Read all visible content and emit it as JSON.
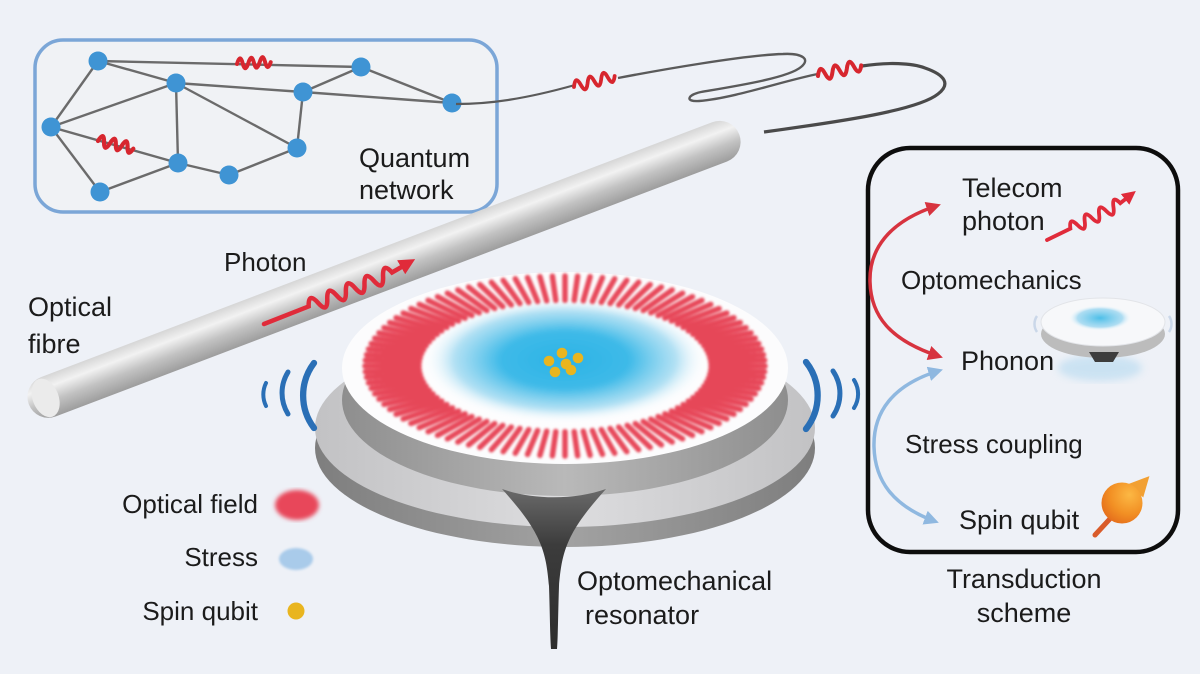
{
  "scene": {
    "background_color": "#eef1f7"
  },
  "network": {
    "label_line1": "Quantum",
    "label_line2": "network",
    "node_color": "#3f94d4",
    "border_color": "#7ba6d7",
    "photon_color": "#d7262e"
  },
  "fiber": {
    "label_line1": "Optical",
    "label_line2": "fibre"
  },
  "photon": {
    "label": "Photon",
    "color": "#e02b3a"
  },
  "resonator": {
    "label_line1": "Optomechanical",
    "label_line2": "resonator",
    "optical_field_color": "#e5394b",
    "stress_color": "#2cb3e6",
    "spin_qubit_color": "#e9b51f",
    "sound_wave_color": "#2a6fb6"
  },
  "legend": {
    "items": [
      {
        "label": "Optical field",
        "color": "#e8465a"
      },
      {
        "label": "Stress",
        "color": "#a9cbea"
      },
      {
        "label": "Spin qubit",
        "color": "#e9b51f"
      }
    ]
  },
  "scheme": {
    "title_line1": "Transduction",
    "title_line2": "scheme",
    "telecom_line1": "Telecom",
    "telecom_line2": "photon",
    "optomechanics_label": "Optomechanics",
    "optomechanics_color": "#e04048",
    "phonon_label": "Phonon",
    "stress_coupling_label": "Stress coupling",
    "stress_coupling_color": "#9dc0e4",
    "spin_qubit_label": "Spin qubit",
    "arrow_red": "#d7333f",
    "arrow_blue": "#8fb8e0"
  }
}
